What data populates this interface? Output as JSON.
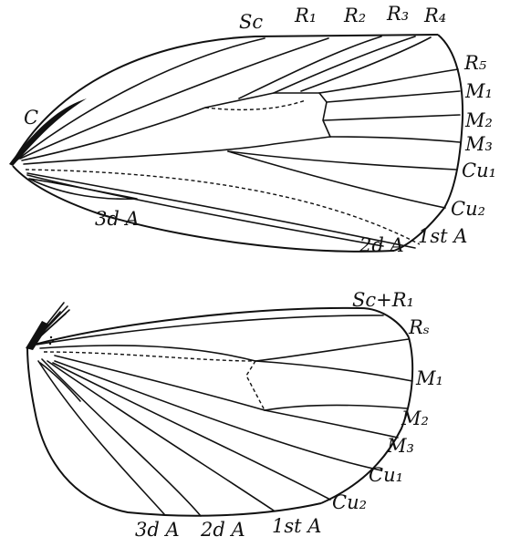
{
  "forewing": {
    "labels": {
      "sc": "Sc",
      "r1": "R₁",
      "r2": "R₂",
      "r3": "R₃",
      "r4": "R₄",
      "r5": "R₅",
      "m1": "M₁",
      "m2": "M₂",
      "m3": "M₃",
      "cu1": "Cu₁",
      "cu2": "Cu₂",
      "a1": "1st A",
      "a2": "2d A",
      "a3": "3d A",
      "c": "C"
    }
  },
  "hindwing": {
    "labels": {
      "scr1": "Sc+R₁",
      "rs": "Rₛ",
      "m1": "M₁",
      "m2": "M₂",
      "m3": "M₃",
      "cu1": "Cu₁",
      "cu2": "Cu₂",
      "a1": "1st A",
      "a2": "2d A",
      "a3": "3d A"
    }
  }
}
